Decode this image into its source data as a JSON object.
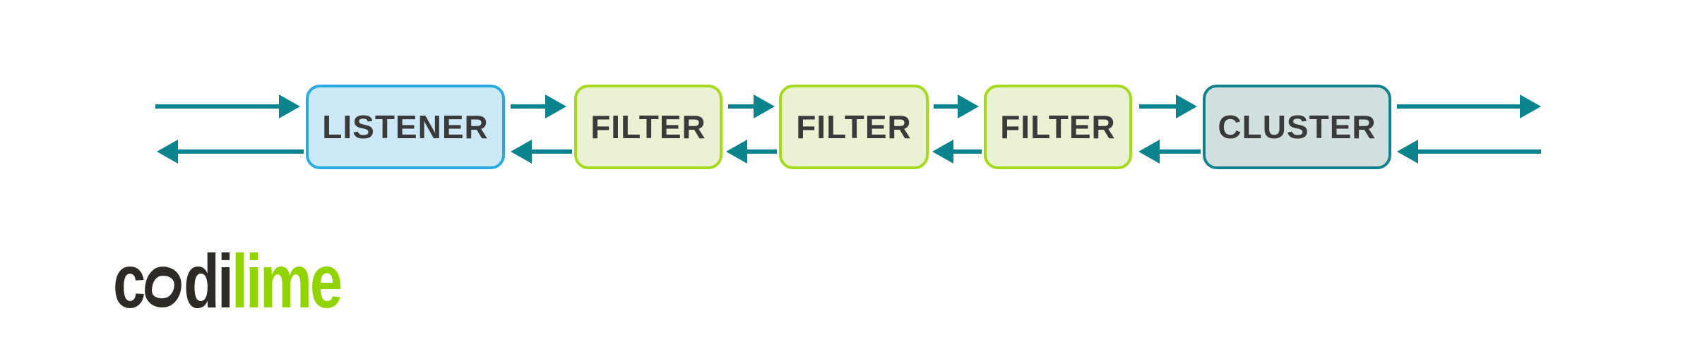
{
  "background": "#ffffff",
  "diagram": {
    "nodes": [
      {
        "id": "listener",
        "label": "LISTENER",
        "fill": "#cde9f7",
        "border": "#29abe2"
      },
      {
        "id": "filter-1",
        "label": "FILTER",
        "fill": "#eaf2d3",
        "border": "#a3da1a"
      },
      {
        "id": "filter-2",
        "label": "FILTER",
        "fill": "#eaf2d3",
        "border": "#a3da1a"
      },
      {
        "id": "filter-3",
        "label": "FILTER",
        "fill": "#eaf2d3",
        "border": "#a3da1a"
      },
      {
        "id": "cluster",
        "label": "CLUSTER",
        "fill": "#d2e1e0",
        "border": "#11818b"
      }
    ],
    "arrow_color": "#0b848e",
    "node_text_color": "#3a3a3a",
    "flow": "bidirectional"
  },
  "logo": {
    "full_text": "codilime",
    "part_c": "c",
    "part_di": "di",
    "part_lime": "lime",
    "dark_color": "#2d2a26",
    "lime_color": "#92d400"
  }
}
